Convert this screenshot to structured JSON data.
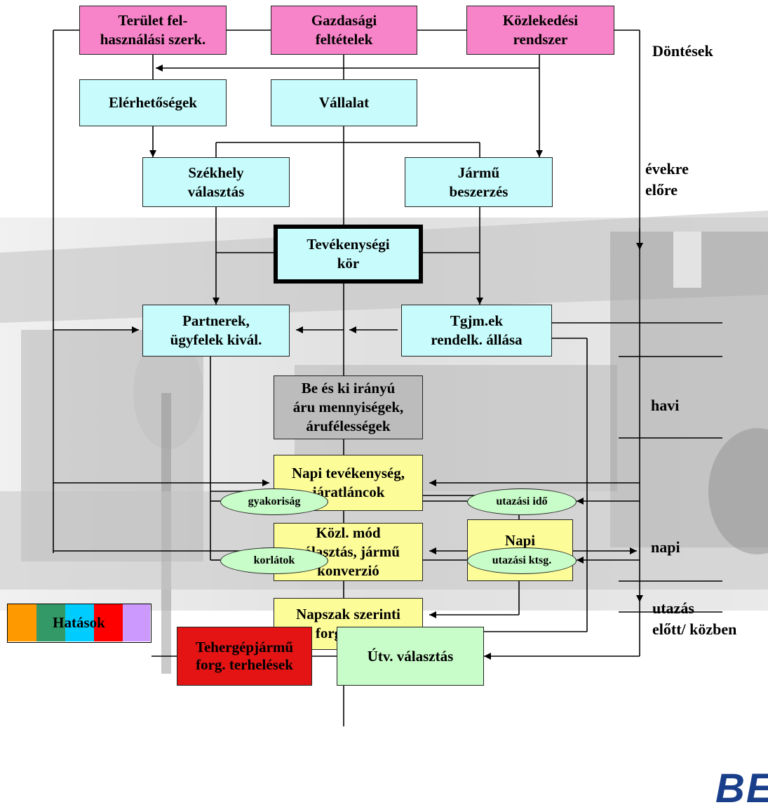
{
  "boxes": {
    "land_use": "Terület fel-\nhasználási szerk.",
    "economic": "Gazdasági\nfeltételek",
    "transport": "Közlekedési\nrendszer",
    "accessibility": "Elérhetőségek",
    "company": "Vállalat",
    "hq_choice": "Székhely\nválasztás",
    "vehicle_purchase": "Jármű\nbeszerzés",
    "activity_scope": "Tevékenységi\nkör",
    "partners": "Partnerek,\nügyfelek kivál.",
    "truck_fleet": "Tgjm.ek\nrendelk. állása",
    "goods_quantities": "Be és ki irányú\náru mennyiségek,\nárufélességek",
    "daily_activity": "Napi tevékenység,\njáratláncok",
    "mode_choice": "Közl. mód\nválasztás, jármű\nkonverzió",
    "daily_period": "Napi\nidőszak vál.",
    "time_of_day_traffic": "Napszak szerinti\nforgalmak",
    "truck_loads": "Tehergépjármű\nforg. terhelések",
    "route_choice": "Útv. választás",
    "impacts": "Hatások"
  },
  "ovals": {
    "frequency": "gyakoriság",
    "constraints": "korlátok",
    "travel_time": "utazási idő",
    "travel_cost": "utazási ktsg."
  },
  "periods": {
    "decisions": "Döntések",
    "years_ahead": "évekre\nelőre",
    "monthly": "havi",
    "daily": "napi",
    "trip": "utazás\nelőtt/ közben"
  },
  "colors": {
    "pink": "#f784c8",
    "cyan": "#c8fcfc",
    "yellow": "#fcfc98",
    "gray": "#bcbcbc",
    "red": "#e41414",
    "green": "#c8fcc8",
    "impact_strip": [
      "#ff9900",
      "#339966",
      "#00ccff",
      "#ff0000",
      "#cc99ff"
    ]
  }
}
